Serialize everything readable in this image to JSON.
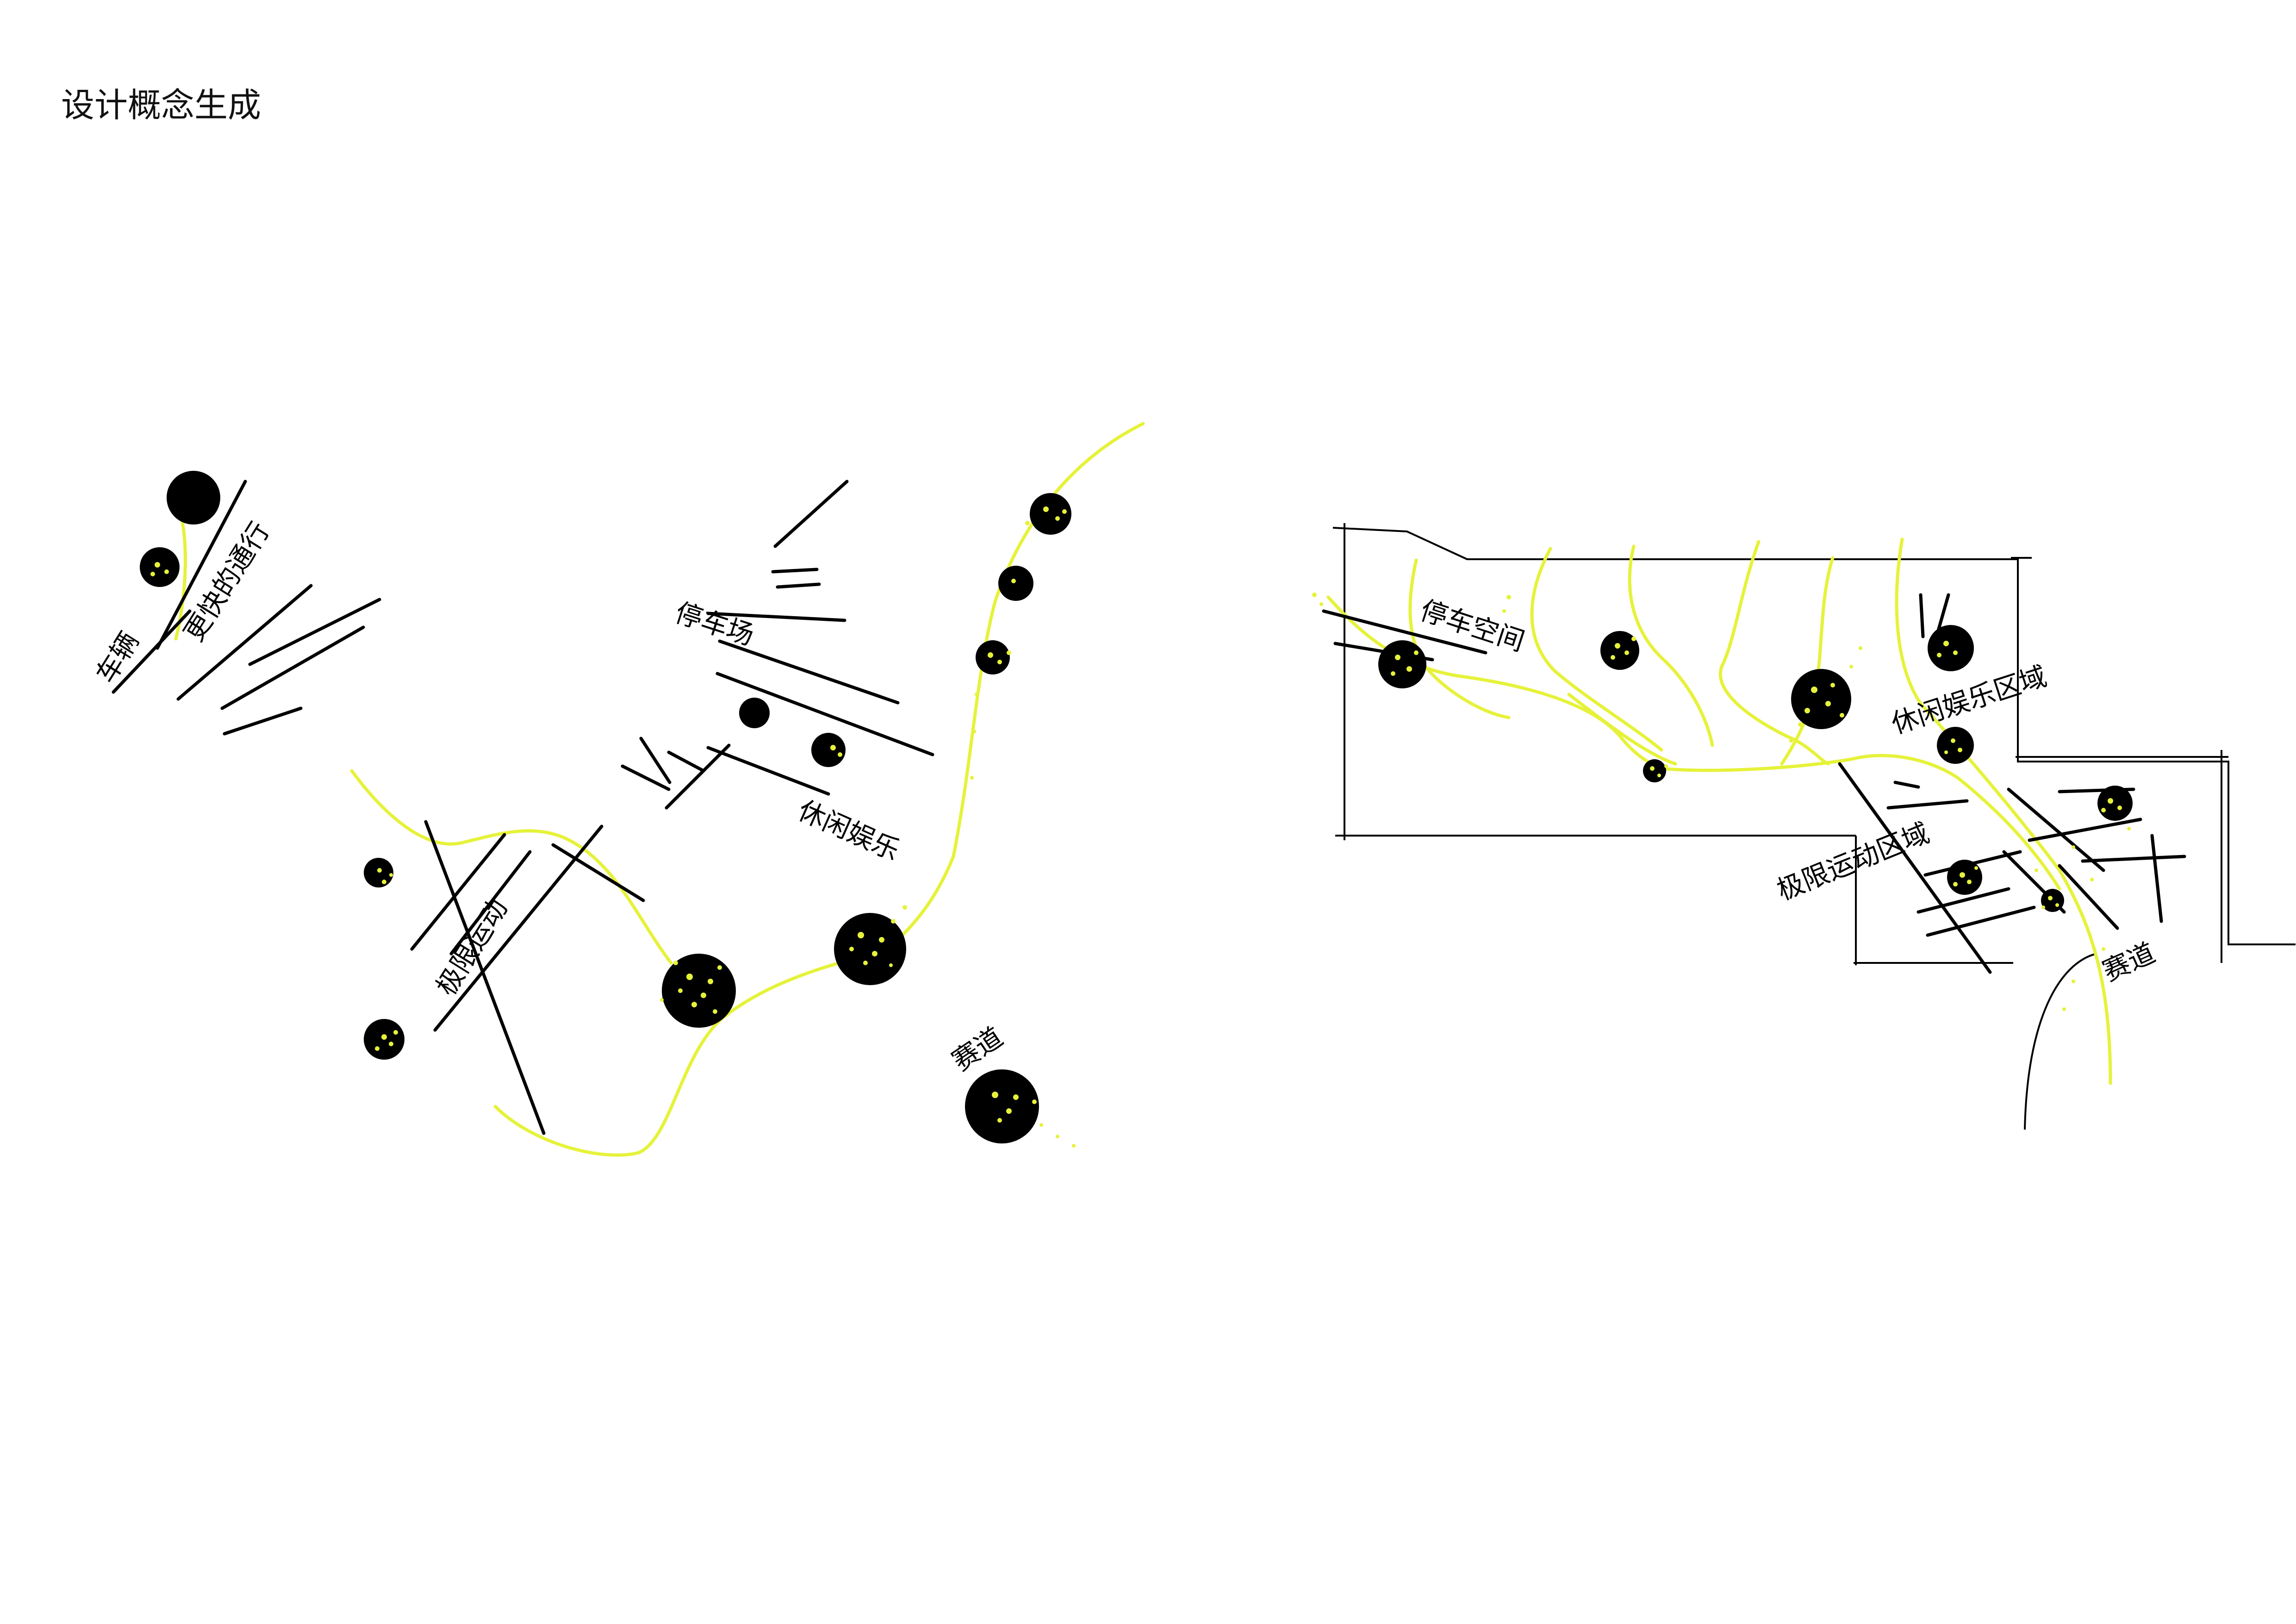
{
  "title": "设计概念生成",
  "colors": {
    "accent": "#e6f23a",
    "ink": "#000000",
    "background": "#ffffff"
  },
  "left_sketch": {
    "labels": {
      "vehicles": "车辆",
      "faster_passage": "更快的通行",
      "parking": "停车场",
      "leisure": "休闲娱乐",
      "extreme_sports": "极限运动",
      "racetrack": "赛道"
    }
  },
  "right_sketch": {
    "labels": {
      "parking_space": "停车空间",
      "leisure_zone": "休闲娱乐区域",
      "extreme_sports_zone": "极限运动区域",
      "racetrack": "赛道"
    }
  }
}
